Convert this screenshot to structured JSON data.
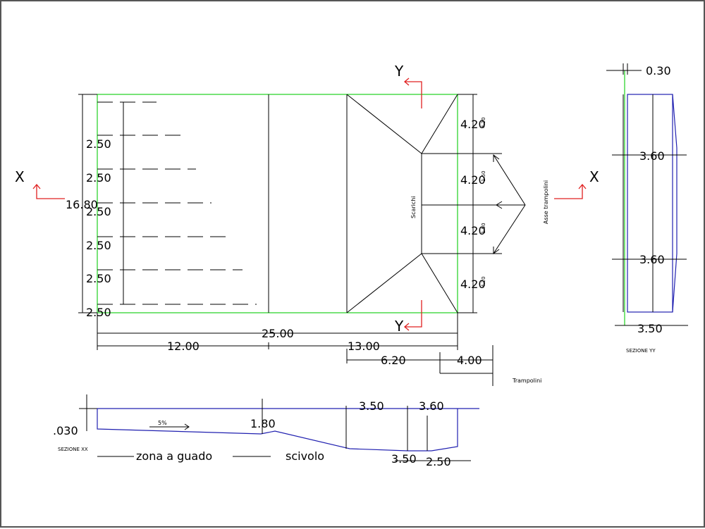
{
  "colors": {
    "outline": "#1fd01f",
    "section": "#2020b0",
    "section_marker": "#e02020",
    "lines": "#000000",
    "background": "#ffffff"
  },
  "plan": {
    "section_x_letter": "X",
    "section_y_letter": "Y",
    "overall_height": "16.80",
    "overall_length": "25.00",
    "length_left": "12.00",
    "length_right": "13.00",
    "width_ramp": "6.20",
    "width_boards": "4.00",
    "step_spacing": [
      "2.50",
      "2.50",
      "2.50",
      "2.50",
      "2.50",
      "2.50"
    ],
    "board_spacing": [
      "4.20",
      "4.20",
      "4.20",
      "4.20"
    ],
    "board_small": [
      "4.20",
      "1.50",
      "1.50",
      "4.20"
    ],
    "drain_label": "Scarichi",
    "board_axis_label": "Asse trampolini",
    "boards_label": "Trampolini"
  },
  "section_yy": {
    "title": "SEZIONE YY",
    "top_dim": "0.30",
    "depth_upper": "3.60",
    "depth_lower": "3.60",
    "bottom_width": "3.50"
  },
  "section_xx": {
    "title": "SEZIONE XX",
    "left_dim": ".030",
    "slope": "5%",
    "depth_ford": "1.80",
    "depth_a": "3.50",
    "depth_b": "3.60",
    "bottom_a": "3.50",
    "bottom_b": "2.50",
    "zone_ford": "zona a guado",
    "zone_slide": "scivolo"
  }
}
